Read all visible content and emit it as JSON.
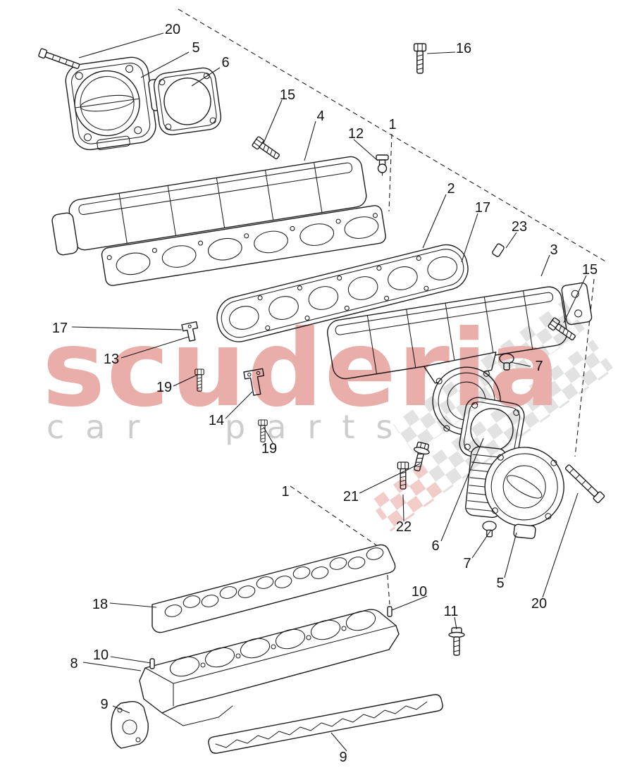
{
  "watermark": {
    "brand": "scuderia",
    "tagline": "car parts",
    "brand_color": "#e2928e",
    "tagline_color": "#bcbcbc",
    "checker_gray": "#d9d9d9",
    "checker_red": "#eebbb7"
  },
  "diagram": {
    "background": "#ffffff",
    "line_color": "#1c1c1c"
  },
  "callouts": [
    {
      "label": "20"
    },
    {
      "label": "5"
    },
    {
      "label": "6"
    },
    {
      "label": "16"
    },
    {
      "label": "15"
    },
    {
      "label": "4"
    },
    {
      "label": "12"
    },
    {
      "label": "1"
    },
    {
      "label": "2"
    },
    {
      "label": "17"
    },
    {
      "label": "23"
    },
    {
      "label": "3"
    },
    {
      "label": "15"
    },
    {
      "label": "17"
    },
    {
      "label": "13"
    },
    {
      "label": "19"
    },
    {
      "label": "14"
    },
    {
      "label": "19"
    },
    {
      "label": "7"
    },
    {
      "label": "1"
    },
    {
      "label": "21"
    },
    {
      "label": "22"
    },
    {
      "label": "6"
    },
    {
      "label": "7"
    },
    {
      "label": "5"
    },
    {
      "label": "20"
    },
    {
      "label": "18"
    },
    {
      "label": "10"
    },
    {
      "label": "11"
    },
    {
      "label": "8"
    },
    {
      "label": "10"
    },
    {
      "label": "9"
    },
    {
      "label": "9"
    }
  ]
}
